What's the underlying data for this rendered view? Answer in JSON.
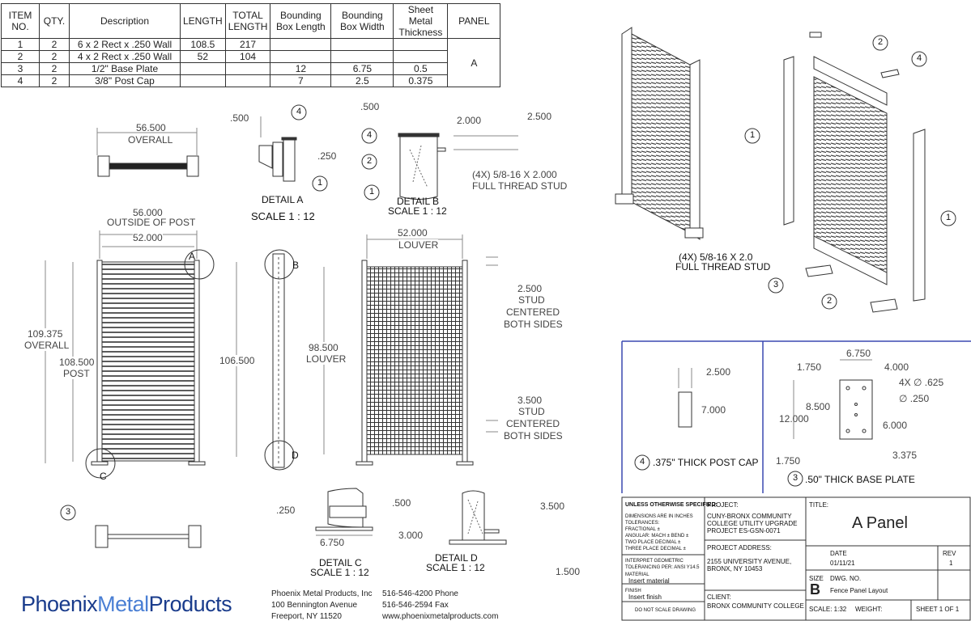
{
  "bom": {
    "headers": [
      "ITEM NO.",
      "QTY.",
      "Description",
      "LENGTH",
      "TOTAL LENGTH",
      "Bounding Box Length",
      "Bounding Box Width",
      "Sheet Metal Thickness",
      "PANEL"
    ],
    "rows": [
      [
        "1",
        "2",
        "6 x 2 Rect x .250 Wall",
        "108.5",
        "217",
        "",
        "",
        ""
      ],
      [
        "2",
        "2",
        "4 x 2 Rect x .250 Wall",
        "52",
        "104",
        "",
        "",
        ""
      ],
      [
        "3",
        "2",
        "1/2\" Base Plate",
        "",
        "",
        "12",
        "6.75",
        "0.5"
      ],
      [
        "4",
        "2",
        "3/8\" Post Cap",
        "",
        "",
        "7",
        "2.5",
        "0.375"
      ]
    ],
    "panel": "A"
  },
  "views": {
    "top_overall": "56.500",
    "top_overall_label": "OVERALL",
    "front_outside_post": "56.000",
    "front_outside_label": "OUTSIDE OF POST",
    "front_inner": "52.000",
    "front_overall_h": "109.375",
    "front_overall_h_label": "OVERALL",
    "front_post_h": "108.500",
    "front_post_label": "POST",
    "side_h": "106.500",
    "louver_w": "52.000",
    "louver_w_label": "LOUVER",
    "louver_h": "98.500",
    "louver_h_label": "LOUVER",
    "stud_top": "2.500",
    "stud_bottom": "3.500",
    "stud_note1": "STUD",
    "stud_note2": "CENTERED",
    "stud_note3": "BOTH SIDES",
    "letter_a": "A",
    "letter_b": "B",
    "letter_c": "C",
    "letter_d": "D"
  },
  "detail_a": {
    "d1": ".500",
    "d2": ".250",
    "title": "DETAIL A",
    "scale": "SCALE  1 : 12"
  },
  "detail_b": {
    "d1": ".500",
    "d2": "2.000",
    "d3": "2.500",
    "note1": "(4X) 5/8-16 X 2.000",
    "note2": "FULL THREAD STUD",
    "title": "DETAIL B",
    "scale": "SCALE 1 : 12"
  },
  "detail_c": {
    "d1": ".250",
    "d2": ".500",
    "d3": "6.750",
    "title": "DETAIL C",
    "scale": "SCALE 1 : 12"
  },
  "detail_d": {
    "d1": "3.500",
    "d2": "3.000",
    "d3": "1.500",
    "title": "DETAIL D",
    "scale": "SCALE 1 : 12"
  },
  "iso": {
    "note1": "(4X) 5/8-16 X 2.0",
    "note2": "FULL THREAD STUD"
  },
  "post_cap": {
    "w": "2.500",
    "h": "7.000",
    "caption": ".375\" THICK POST CAP",
    "num": "4"
  },
  "base_plate": {
    "w": "6.750",
    "d1": "1.750",
    "d2": "4.000",
    "holes": "4X ∅ .625",
    "hole2": "∅ .250",
    "h1": "8.500",
    "h2": "12.000",
    "h3": "6.000",
    "d3": "1.750",
    "d4": "3.375",
    "caption": ".50\" THICK BASE PLATE",
    "num": "3"
  },
  "company": {
    "logo1": "Phoenix",
    "logo2": "Metal",
    "logo3": "Products",
    "name": "Phoenix Metal Products, Inc",
    "addr1": "100 Bennington Avenue",
    "addr2": "Freeport, NY 11520",
    "phone": "516-546-4200 Phone",
    "fax": "516-546-2594 Fax",
    "web": "www.phoenixmetalproducts.com"
  },
  "titleblock": {
    "unless": "UNLESS OTHERWISE SPECIFIED:",
    "dims": "DIMENSIONS ARE IN INCHES",
    "tol": "TOLERANCES:",
    "frac": "FRACTIONAL ±",
    "ang": "ANGULAR: MACH ±     BEND ±",
    "two": "TWO PLACE DECIMAL    ±",
    "three": "THREE PLACE DECIMAL  ±",
    "interp": "INTERPRET GEOMETRIC",
    "tolper": "TOLERANCING PER:   ANSI Y14.5",
    "material_l": "MATERIAL",
    "material": "Insert material",
    "finish_l": "FINISH",
    "finish": "Insert finish",
    "noscale": "DO NOT SCALE DRAWING",
    "project_l": "PROJECT:",
    "project": "CUNY-BRONX COMMUNITY COLLEGE UTILITY UPGRADE PROJECT ES-GSN-0071",
    "address_l": "PROJECT ADDRESS:",
    "address": "2155 UNIVERSITY AVENUE, BRONX, NY 10453",
    "client_l": "CLIENT:",
    "client": "BRONX COMMUNITY COLLEGE",
    "title_l": "TITLE:",
    "title": "A Panel",
    "date_l": "DATE",
    "date": "01/11/21",
    "rev_l": "REV",
    "rev": "1",
    "size_l": "SIZE",
    "size": "B",
    "dwg_l": "DWG.  NO.",
    "dwg": "Fence Panel Layout",
    "scale": "SCALE: 1:32",
    "weight": "WEIGHT:",
    "sheet": "SHEET 1 OF 1"
  }
}
